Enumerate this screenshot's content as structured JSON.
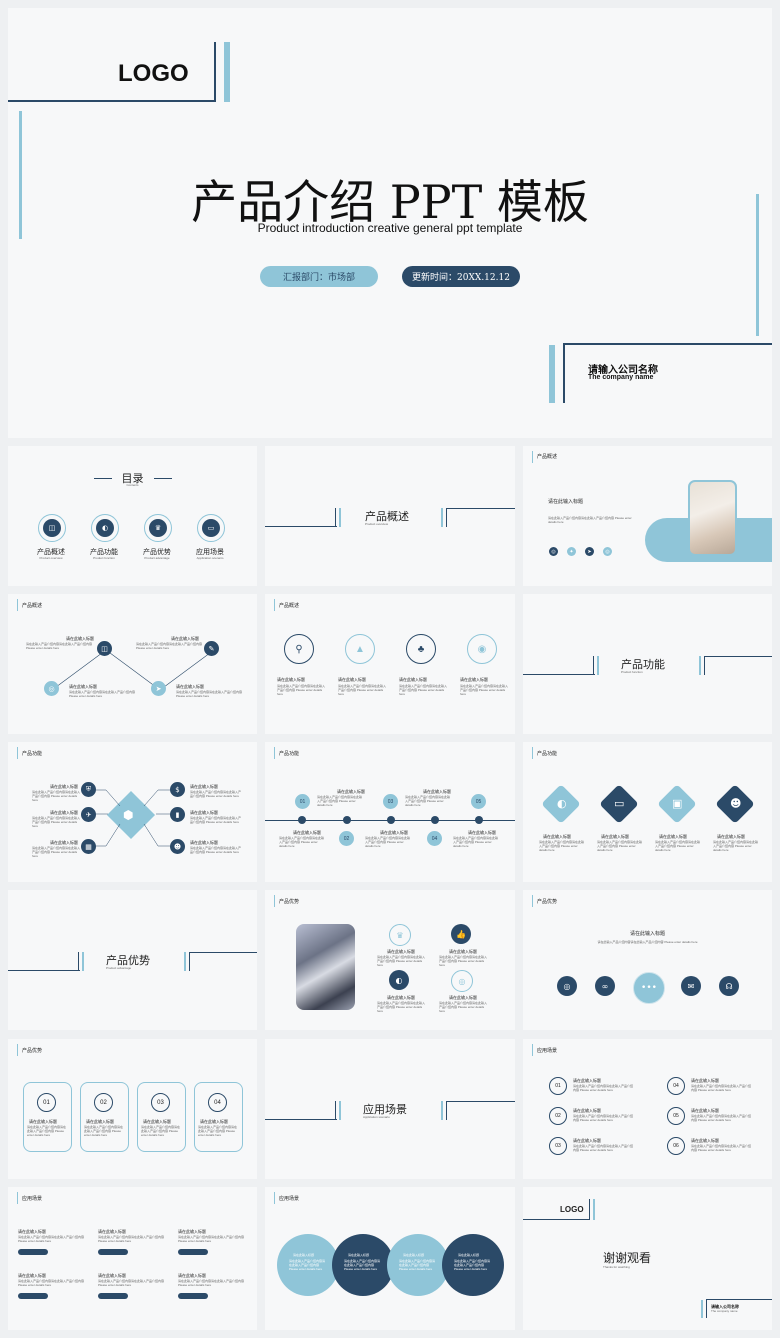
{
  "cover": {
    "logo": "LOGO",
    "title": "产品介绍 PPT 模板",
    "subtitle": "Product introduction creative general ppt template",
    "dept_pill": "汇报部门：市场部",
    "date_pill": "更新时间：20XX.12.12",
    "company_cn": "请输入公司名称",
    "company_en": "The company name"
  },
  "toc": {
    "title": "目录",
    "title_en": "Contents",
    "items": [
      {
        "label": "产品概述",
        "sub": "Product overview"
      },
      {
        "label": "产品功能",
        "sub": "Product function"
      },
      {
        "label": "产品优势",
        "sub": "Product advantage"
      },
      {
        "label": "应用场景",
        "sub": "Application scenario"
      }
    ]
  },
  "sections": {
    "overview": {
      "title": "产品概述",
      "sub": "Product overview"
    },
    "function": {
      "title": "产品功能",
      "sub": "Product function"
    },
    "advantage": {
      "title": "产品优势",
      "sub": "Product advantage"
    },
    "scene": {
      "title": "应用场景",
      "sub": "Application scenario"
    }
  },
  "placeholder_title": "请在此输入标题",
  "placeholder_body": "请在此输入产品介绍内容请在此输入产品介绍内容 Please enter details here",
  "steps": [
    "01",
    "02",
    "03",
    "04",
    "05",
    "06"
  ],
  "ending": {
    "logo": "LOGO",
    "title": "谢谢观看",
    "sub": "Thanks for watching",
    "company": "请输入公司名称",
    "company_en": "The company name"
  },
  "colors": {
    "navy": "#2b4a68",
    "light_blue": "#8fc5d8",
    "background": "#f7f8f9"
  }
}
